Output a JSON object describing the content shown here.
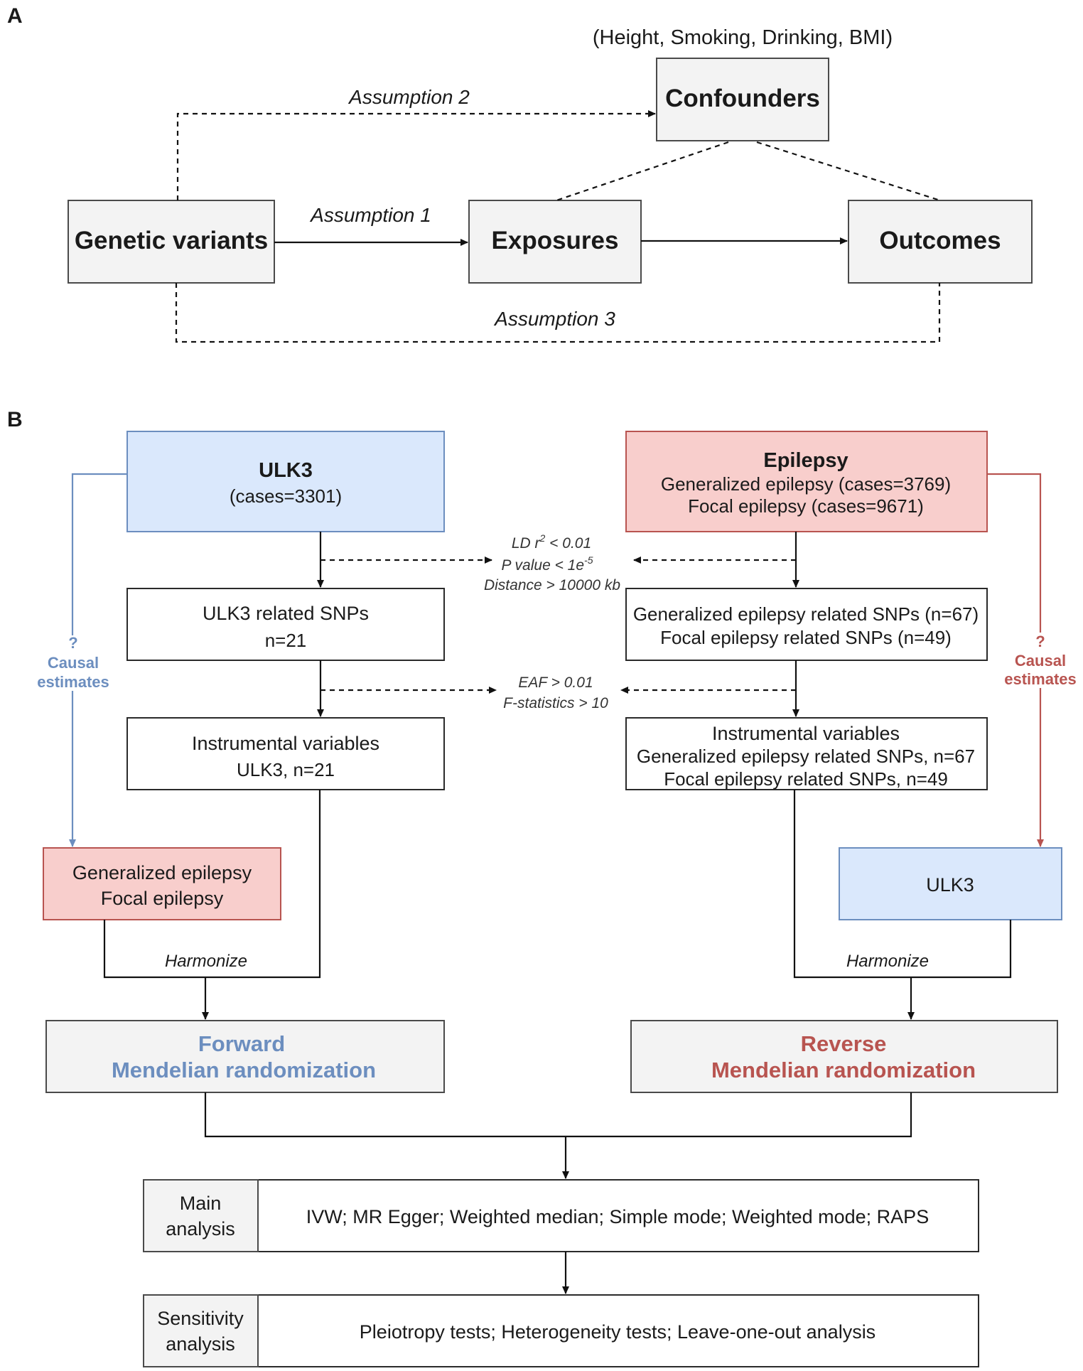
{
  "panel_a": {
    "letter": "A",
    "confounders_note": "(Height, Smoking, Drinking, BMI)",
    "confounders": "Confounders",
    "genetic_variants": "Genetic variants",
    "exposures": "Exposures",
    "outcomes": "Outcomes",
    "assumption_1": "Assumption 1",
    "assumption_2": "Assumption 2",
    "assumption_3": "Assumption 3"
  },
  "panel_b": {
    "letter": "B",
    "ulk3_source": {
      "title": "ULK3",
      "cases": "(cases=3301)"
    },
    "epilepsy_source": {
      "title": "Epilepsy",
      "line1": "Generalized epilepsy (cases=3769)",
      "line2": "Focal epilepsy (cases=9671)"
    },
    "criteria_1": {
      "line1_pre": "LD r",
      "line1_sup": "2",
      "line1_post": " < 0.01",
      "line2_pre": "P value < 1e",
      "line2_sup": "-5",
      "line3": "Distance > 10000 kb"
    },
    "ulk3_snps": {
      "line1": "ULK3 related SNPs",
      "line2": "n=21"
    },
    "epilepsy_snps": {
      "line1": "Generalized epilepsy related SNPs (n=67)",
      "line2": "Focal epilepsy related SNPs (n=49)"
    },
    "criteria_2": {
      "line1": "EAF > 0.01",
      "line2": "F-statistics > 10"
    },
    "iv_left": {
      "line1": "Instrumental variables",
      "line2": "ULK3, n=21"
    },
    "iv_right": {
      "line1": "Instrumental variables",
      "line2": "Generalized epilepsy related SNPs, n=67",
      "line3": "Focal epilepsy related SNPs, n=49"
    },
    "causal_left": {
      "mark": "?",
      "line1": "Causal",
      "line2": "estimates"
    },
    "causal_right": {
      "mark": "?",
      "line1": "Causal",
      "line2": "estimates"
    },
    "outcome_left": {
      "line1": "Generalized epilepsy",
      "line2": "Focal epilepsy"
    },
    "outcome_right": "ULK3",
    "harmonize_left": "Harmonize",
    "harmonize_right": "Harmonize",
    "forward": {
      "line1": "Forward",
      "line2": "Mendelian randomization"
    },
    "reverse": {
      "line1": "Reverse",
      "line2": "Mendelian randomization"
    },
    "main_analysis": {
      "label_line1": "Main",
      "label_line2": "analysis",
      "methods": "IVW; MR Egger; Weighted median; Simple mode; Weighted mode; RAPS"
    },
    "sensitivity_analysis": {
      "label_line1": "Sensitivity",
      "label_line2": "analysis",
      "methods": "Pleiotropy tests; Heterogeneity tests; Leave-one-out analysis"
    }
  },
  "colors": {
    "blue_fill": "#dae8fc",
    "blue_stroke": "#6c8ebf",
    "red_fill": "#f8cecc",
    "red_stroke": "#b85450",
    "gray_fill": "#f3f3f3"
  }
}
